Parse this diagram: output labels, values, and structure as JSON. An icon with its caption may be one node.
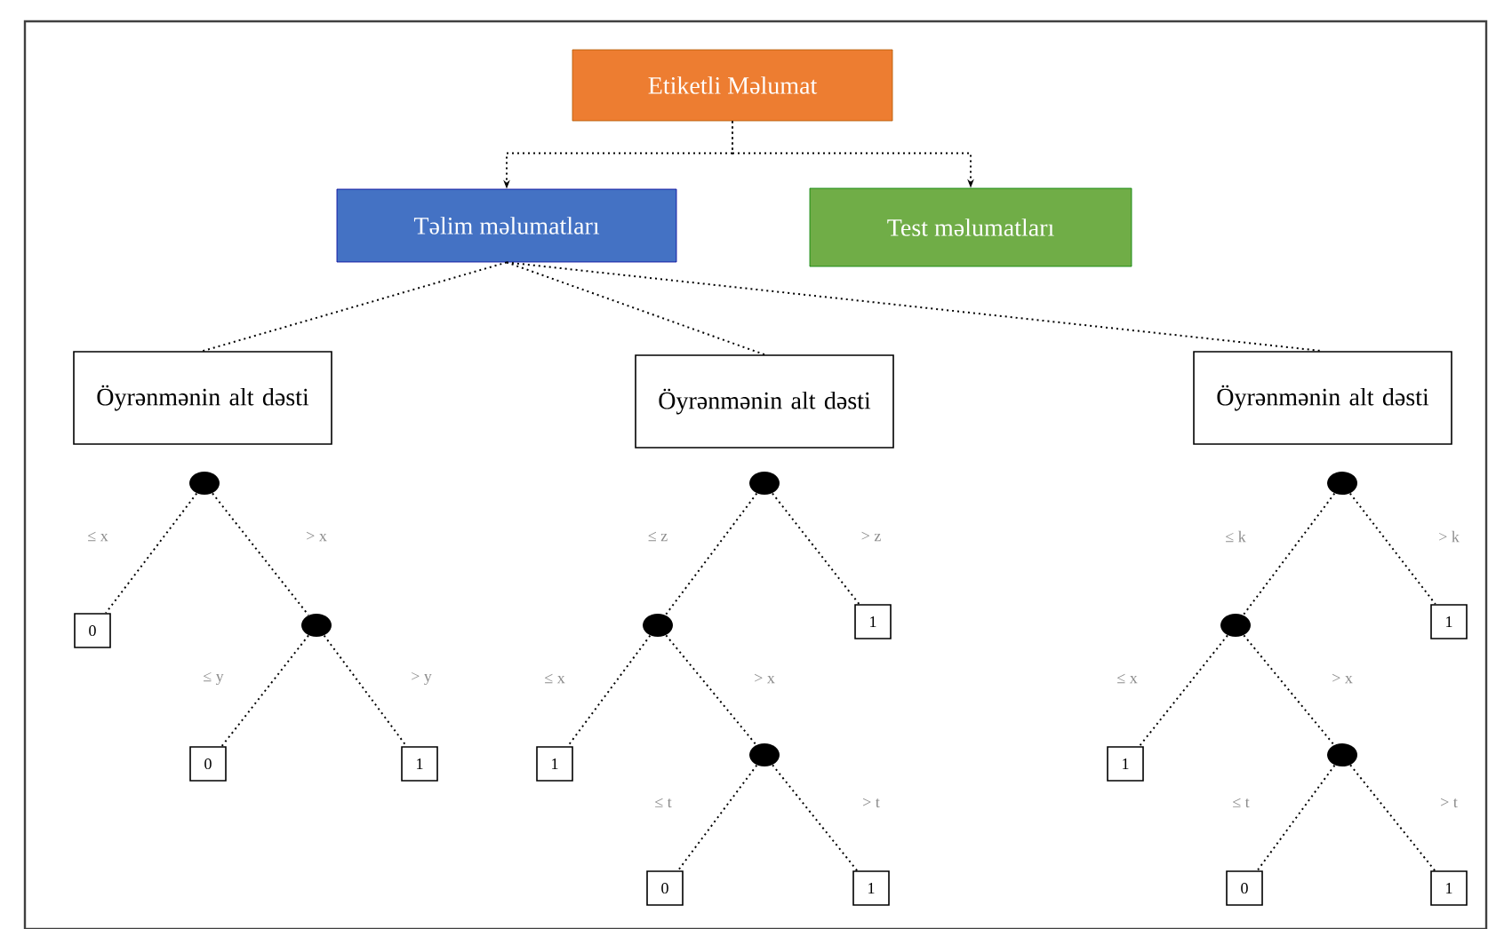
{
  "diagram": {
    "nodes": [
      {
        "text": [
          "Etiketli Məlumat"
        ]
      },
      {
        "text": [
          "Təlim məlumatları"
        ]
      },
      {
        "text": [
          "Test məlumatları"
        ]
      },
      {
        "text": [
          "Öyrənmənin alt dəsti"
        ]
      },
      {
        "text": [
          "Öyrənmənin alt dəsti"
        ]
      },
      {
        "text": [
          "Öyrənmənin alt dəsti"
        ]
      },
      {
        "text": [],
        "shape": "circle"
      },
      {
        "text": [
          "0"
        ]
      },
      {
        "text": [],
        "shape": "circle"
      },
      {
        "text": [
          "0"
        ]
      },
      {
        "text": [
          "1"
        ]
      },
      {
        "text": [],
        "shape": "circle"
      },
      {
        "text": [],
        "shape": "circle"
      },
      {
        "text": [
          "1"
        ]
      },
      {
        "text": [
          "1"
        ]
      },
      {
        "text": [],
        "shape": "circle"
      },
      {
        "text": [
          "0"
        ]
      },
      {
        "text": [
          "1"
        ]
      },
      {
        "text": [],
        "shape": "circle"
      },
      {
        "text": [],
        "shape": "circle"
      },
      {
        "text": [
          "1"
        ]
      },
      {
        "text": [
          "1"
        ]
      },
      {
        "text": [],
        "shape": "circle"
      },
      {
        "text": [
          "0"
        ]
      },
      {
        "text": [
          "1"
        ]
      }
    ],
    "edges": [
      {
        "from": 0,
        "to": 1,
        "arrow": "to"
      },
      {
        "from": 0,
        "to": 2,
        "arrow": "to"
      },
      {
        "from": 1,
        "to": 3,
        "arrow": "none"
      },
      {
        "from": 1,
        "to": 4,
        "arrow": "none"
      },
      {
        "from": 1,
        "to": 5,
        "arrow": "none"
      },
      {
        "from": 6,
        "to": 7,
        "arrow": "none",
        "label": "≤ x"
      },
      {
        "from": 6,
        "to": 8,
        "arrow": "none",
        "label": "> x"
      },
      {
        "from": 8,
        "to": 9,
        "arrow": "none",
        "label": "≤ y"
      },
      {
        "from": 8,
        "to": 10,
        "arrow": "none",
        "label": "> y"
      },
      {
        "from": 11,
        "to": 12,
        "arrow": "none",
        "label": "≤ z"
      },
      {
        "from": 11,
        "to": 13,
        "arrow": "none",
        "label": "> z"
      },
      {
        "from": 12,
        "to": 14,
        "arrow": "none",
        "label": "≤ x"
      },
      {
        "from": 12,
        "to": 15,
        "arrow": "none",
        "label": "> x"
      },
      {
        "from": 15,
        "to": 16,
        "arrow": "none",
        "label": "≤ t"
      },
      {
        "from": 15,
        "to": 17,
        "arrow": "none",
        "label": "> t"
      },
      {
        "from": 18,
        "to": 19,
        "arrow": "none",
        "label": "≤ k"
      },
      {
        "from": 18,
        "to": 20,
        "arrow": "none",
        "label": "> k"
      },
      {
        "from": 19,
        "to": 21,
        "arrow": "none",
        "label": "≤ x"
      },
      {
        "from": 19,
        "to": 22,
        "arrow": "none",
        "label": "> x"
      },
      {
        "from": 22,
        "to": 23,
        "arrow": "none",
        "label": "≤ t"
      },
      {
        "from": 22,
        "to": 24,
        "arrow": "none",
        "label": "> t"
      }
    ]
  }
}
